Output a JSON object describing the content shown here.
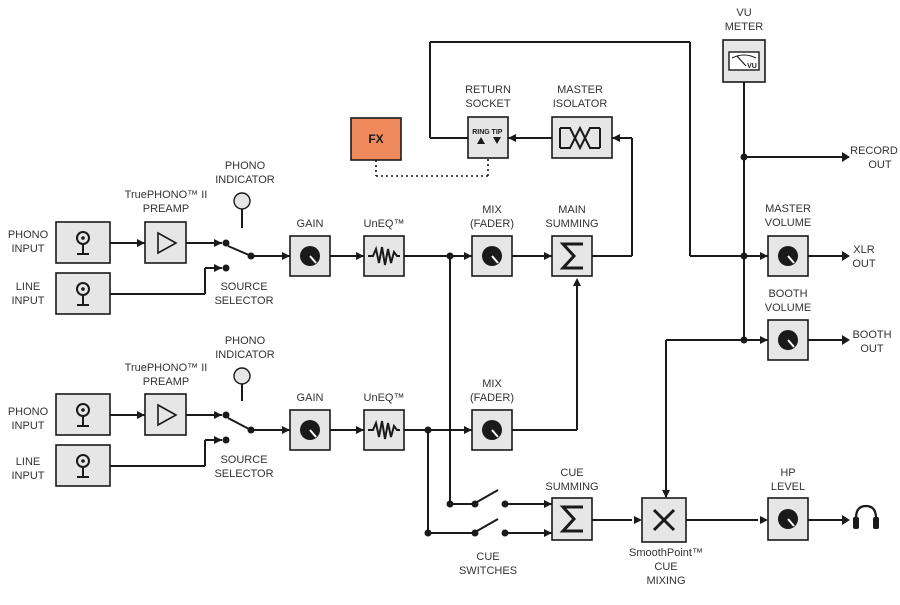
{
  "colors": {
    "line": "#1a1a1a",
    "block_fill": "#e6e6e6",
    "fx_fill": "#f08a5d",
    "text": "#333333"
  },
  "labels": {
    "phono_input": [
      "PHONO",
      "INPUT"
    ],
    "line_input": [
      "LINE",
      "INPUT"
    ],
    "preamp": [
      "TruePHONO™ II",
      "PREAMP"
    ],
    "phono_indicator": [
      "PHONO",
      "INDICATOR"
    ],
    "source_selector": [
      "SOURCE",
      "SELECTOR"
    ],
    "gain": "GAIN",
    "uneq": "UnEQ™",
    "mix_fader": [
      "MIX",
      "(FADER)"
    ],
    "fx": "FX",
    "return_socket": [
      "RETURN",
      "SOCKET"
    ],
    "ring": "RING",
    "tip": "TIP",
    "master_isolator": [
      "MASTER",
      "ISOLATOR"
    ],
    "main_summing": [
      "MAIN",
      "SUMMING"
    ],
    "vu_meter": [
      "VU",
      "METER"
    ],
    "vu_mark": "VU",
    "record_out": [
      "RECORD",
      "OUT"
    ],
    "master_volume": [
      "MASTER",
      "VOLUME"
    ],
    "xlr_out": [
      "XLR",
      "OUT"
    ],
    "booth_volume": [
      "BOOTH",
      "VOLUME"
    ],
    "booth_out": [
      "BOOTH",
      "OUT"
    ],
    "cue_summing": [
      "CUE",
      "SUMMING"
    ],
    "cue_switches": [
      "CUE",
      "SWITCHES"
    ],
    "cue_mixing": [
      "SmoothPoint™",
      "CUE",
      "MIXING"
    ],
    "hp_level": [
      "HP",
      "LEVEL"
    ]
  },
  "icons": {
    "input_jack": "rca-jack-icon",
    "preamp": "triangle-amp-icon",
    "knob": "knob-icon",
    "uneq": "zigzag-eq-icon",
    "summing": "sigma-icon",
    "isolator": "isolator-icon",
    "cue_mixer": "cross-icon",
    "vu": "vu-meter-icon",
    "headphones": "headphones-icon",
    "indicator": "lamp-icon"
  }
}
